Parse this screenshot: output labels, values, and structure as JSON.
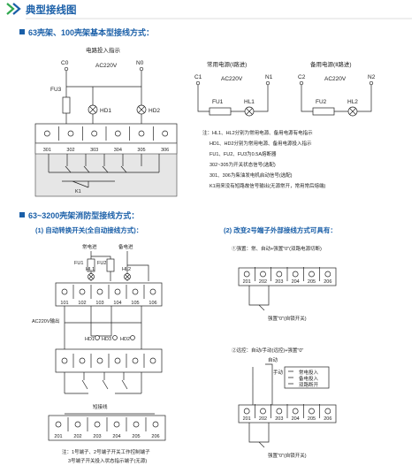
{
  "page": {
    "title": "典型接线图"
  },
  "colors": {
    "accent": "#1a5fa8",
    "logo_green": "#2fa84f",
    "logo_blue": "#1a5fa8"
  },
  "sec1": {
    "heading": "63壳架、100壳架基本型接线方式：",
    "indicator": "电路投入指示",
    "c0": "C0",
    "n0": "N0",
    "ac": "AC220V",
    "fu3": "FU3",
    "hd1": "HD1",
    "hd2": "HD2",
    "terms": [
      "301",
      "302",
      "303",
      "304",
      "305",
      "306"
    ],
    "k1": "K1",
    "supply1": {
      "title": "常用电源(Ⅰ路进)",
      "c": "C1",
      "n": "N1",
      "ac": "AC220V",
      "fu": "FU1",
      "hl": "HL1"
    },
    "supply2": {
      "title": "备用电源(Ⅱ路进)",
      "c": "C2",
      "n": "N2",
      "ac": "AC220V",
      "fu": "FU2",
      "hl": "HL2"
    },
    "notes": [
      "注：HL1、HL2分别为常用电源、备用电源有电指示",
      "HD1、HD2分别为常用电源、备用电源投入指示",
      "FU1、FU2、FU3为0.5A熔断器",
      "302~305为开关状态信号(选配)",
      "301、306为柴油发电机启动信号(选配)",
      "K1用来没有短路故信号输出(无源常开，常用常后熔端)"
    ]
  },
  "sec2": {
    "heading": "63~3200壳架消防型接线方式：",
    "left_title": "(1) 自动转换开关(全自动接线方式)：",
    "right_title": "(2) 改变2号端子外部接线方式可具有：",
    "common": "常电进",
    "backup": "备电进",
    "fu1": "FU1",
    "fu2": "FU2",
    "hl1": "HL1",
    "hl2": "HL2",
    "row1": [
      "101",
      "102",
      "103",
      "104",
      "105",
      "106"
    ],
    "ac_out": "AC220V输出",
    "hd_labels": [
      "HD1",
      "HD3",
      "HD2"
    ],
    "short": "短接线",
    "row2": [
      "201",
      "202",
      "203",
      "204",
      "205",
      "206"
    ],
    "note1": [
      "注：1号端子、2号端子开关工作控制端子",
      "3号端子开关投入状态指示端子(无源)"
    ],
    "opt1": "①强置：常、自动+强置\"0\"(双路电源切断)",
    "opt1_foot": "强置\"0\"(自锁开关)",
    "row3": [
      "201",
      "202",
      "203",
      "204",
      "205",
      "206"
    ],
    "opt2": "②远控：自动/手动(远控)+强置\"0\"",
    "auto": "自动",
    "manual": "手动",
    "c_in": "常电投入",
    "b_in": "备电投入",
    "stop": "双路断开",
    "row4": [
      "201",
      "202",
      "203",
      "204",
      "205",
      "206"
    ],
    "opt2_foot": "强置\"0\"(自锁开关)"
  }
}
